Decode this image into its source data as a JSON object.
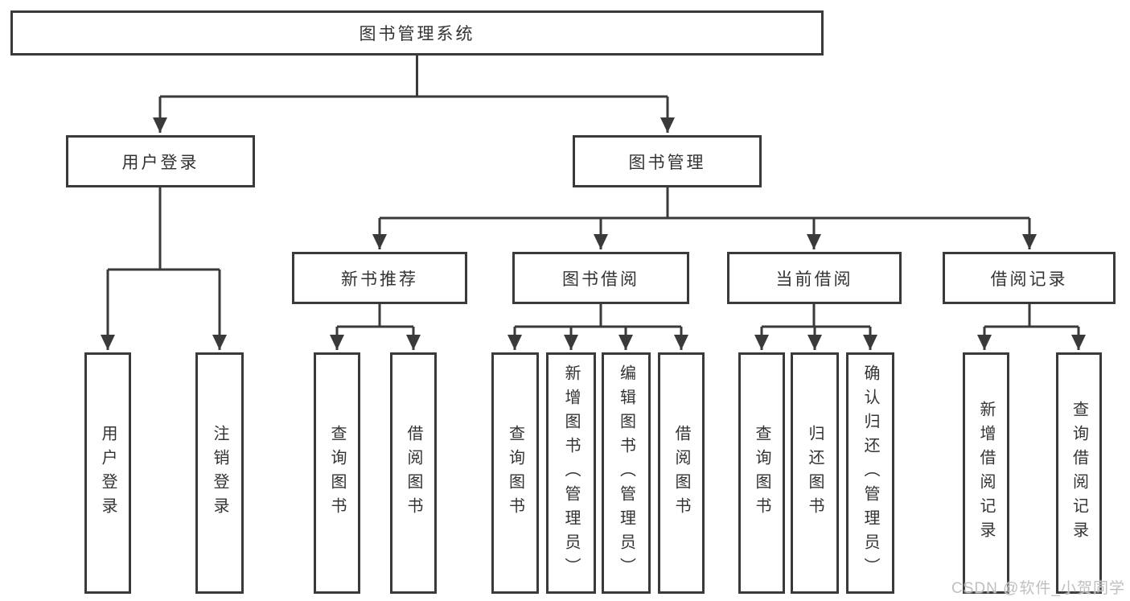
{
  "diagram": {
    "type": "hierarchy-tree",
    "tree": {
      "label": "图书管理系统",
      "children": [
        {
          "label": "用户登录",
          "children": [
            {
              "label": "用户登录"
            },
            {
              "label": "注销登录"
            }
          ]
        },
        {
          "label": "图书管理",
          "children": [
            {
              "label": "新书推荐",
              "children": [
                {
                  "label": "查询图书"
                },
                {
                  "label": "借阅图书"
                }
              ]
            },
            {
              "label": "图书借阅",
              "children": [
                {
                  "label": "查询图书"
                },
                {
                  "label": "新增图书（管理员）"
                },
                {
                  "label": "编辑图书（管理员）"
                },
                {
                  "label": "借阅图书"
                }
              ]
            },
            {
              "label": "当前借阅",
              "children": [
                {
                  "label": "查询图书"
                },
                {
                  "label": "归还图书"
                },
                {
                  "label": "确认归还（管理员）"
                }
              ]
            },
            {
              "label": "借阅记录",
              "children": [
                {
                  "label": "新增借阅记录"
                },
                {
                  "label": "查询借阅记录"
                }
              ]
            }
          ]
        }
      ]
    },
    "colors": {
      "line": "#3a3a3a",
      "box_border": "#3a3a3a",
      "box_fill": "#ffffff",
      "text": "#333333",
      "background": "#ffffff",
      "watermark": "#bfbfbf"
    }
  },
  "watermark": "CSDN @软件_小贺同学"
}
